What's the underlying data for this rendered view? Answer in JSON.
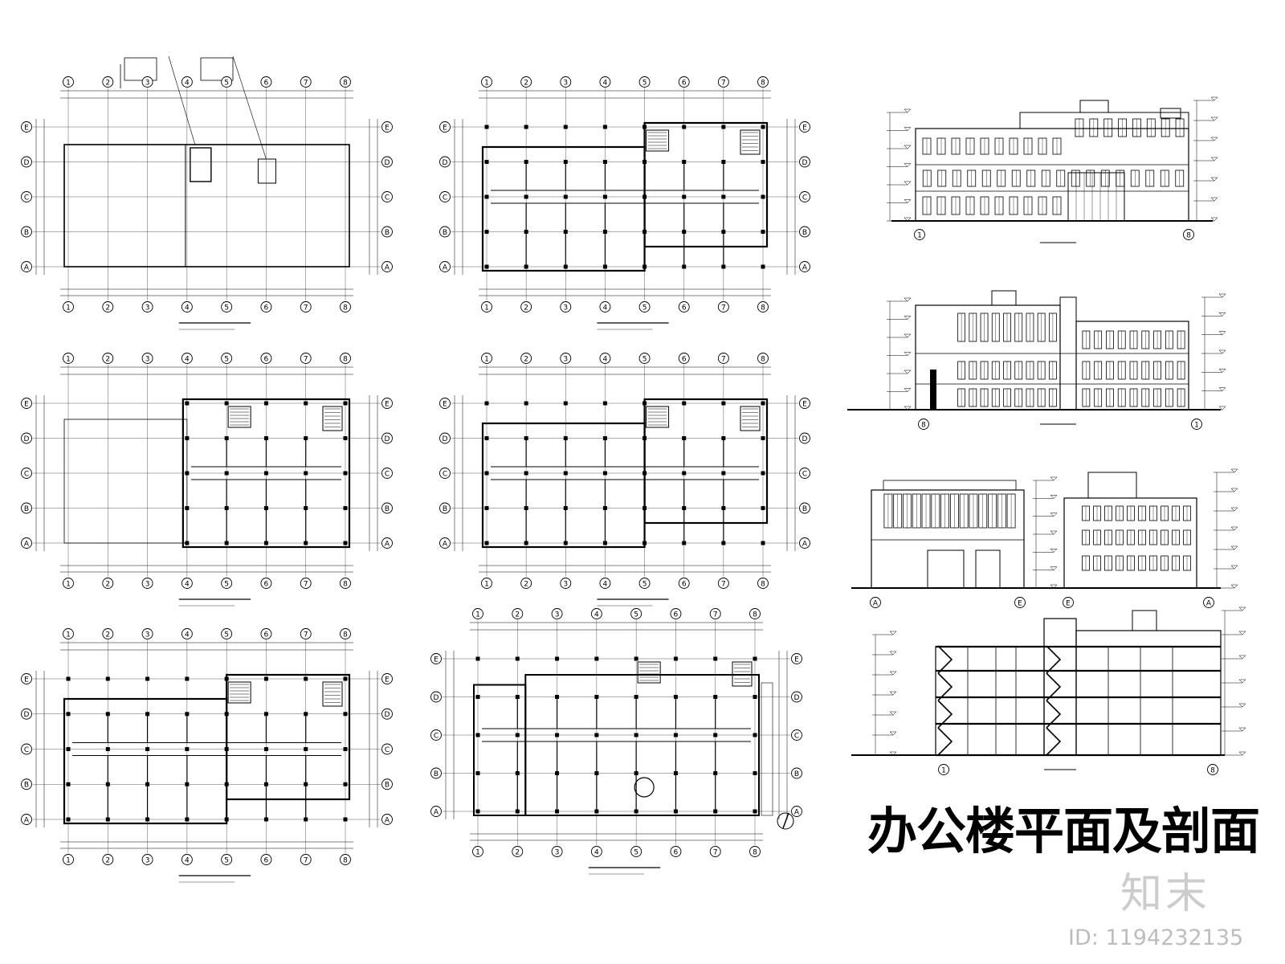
{
  "sheet": {
    "title": "办公楼平面及剖面",
    "brand_mark": "知末",
    "id_label": "ID: 1194232135"
  },
  "grid": {
    "plan_column_bubbles": [
      "1",
      "2",
      "3",
      "4",
      "5",
      "6",
      "7",
      "8"
    ],
    "plan_row_bubbles": [
      "E",
      "D",
      "C",
      "B",
      "A"
    ]
  },
  "elevations": {
    "front_axes": [
      "1",
      "8"
    ],
    "rear_axes": [
      "8",
      "1"
    ],
    "side_axes": [
      "A",
      "E",
      "E",
      "A"
    ],
    "section_axes": [
      "1",
      "8"
    ]
  },
  "colors": {
    "line": "#000000",
    "grid_line": "#333333",
    "watermark": "#e6e6e6"
  },
  "icons": {
    "north_arrow": "north-arrow-icon",
    "axis_bubble": "axis-bubble-icon"
  }
}
